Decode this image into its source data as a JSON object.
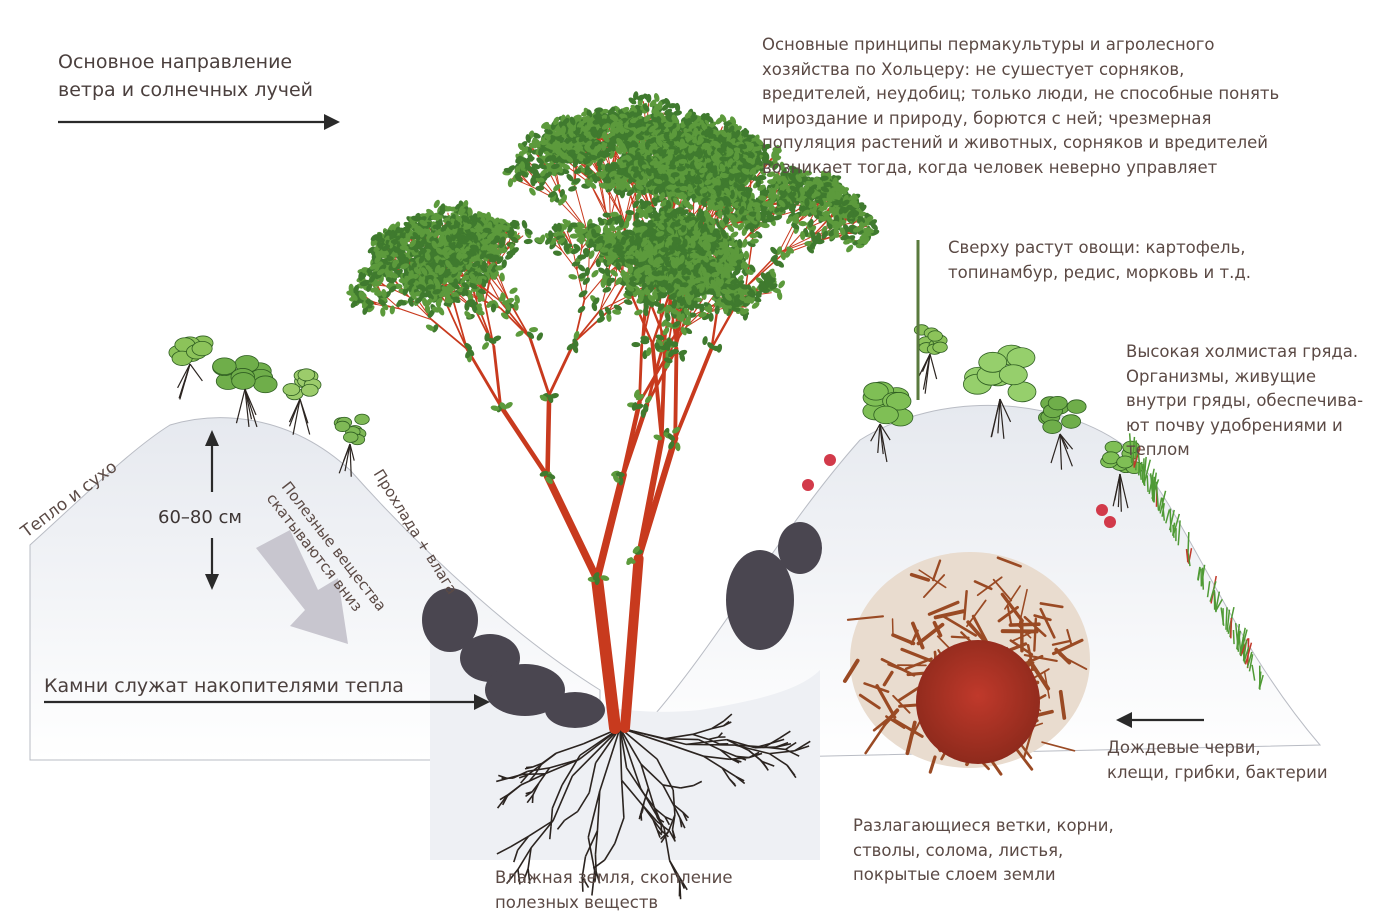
{
  "labels": {
    "wind_sun": "Основное направление\nветра и солнечных лучей",
    "principles": "Основные принципы пермакультуры и агролесного\nхозяйства по Хольцеру: не сушестует сорняков,\nвредителей, неудобиц; только люди, не способные понять\nмироздание и природу, борются с ней; чрезмерная\nпопуляция растений и животных, сорняков и вредителей\nвозникает тогда, когда человек неверно управляет",
    "vegetables": "Сверху растут овощи: картофель,\nтопинамбур, редис, морковь и т.д.",
    "high_bed": "Высокая холмистая гряда.\nОрганизмы, живущие\nвнутри гряды, обеспечива-\nют почву удобрениями и\nтеплом",
    "warm_dry": "Тепло и сухо",
    "height": "60–80 см",
    "nutrients_roll": "Полезные вещества\nскатываются вниз",
    "cool_moist": "Прохлада + влага",
    "stones": "Камни служат накопителями тепла",
    "organisms": "Дождевые черви,\nклещи, грибки, бактерии",
    "decaying": "Разлагающиеся ветки, корни,\nстволы, солома, листья,\nпокрытые слоем земли",
    "moist_soil": "Влажная земля, скопление\nполезных веществ"
  },
  "colors": {
    "trunk": "#c83a1e",
    "leaf": "#5c9a3c",
    "leaf_dark": "#3f7a2e",
    "stone": "#4a4650",
    "soil_shade": "#d9dde4",
    "core": "#c0392b",
    "twigs": "#9a4a24",
    "arrow_gray": "#c8c6cf"
  },
  "icons": [
    "tree-icon",
    "stone-icon",
    "vegetable-icon",
    "root-icon"
  ]
}
